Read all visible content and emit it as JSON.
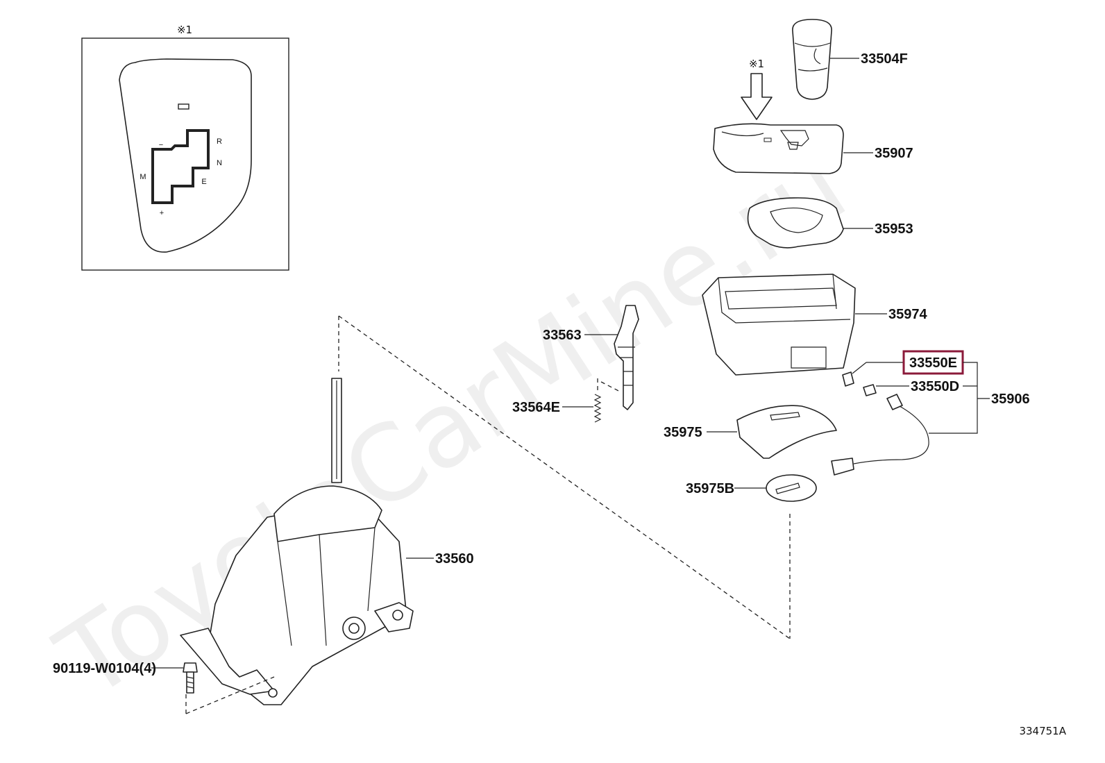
{
  "watermark": "ToyotaCarMine.ru",
  "inset": {
    "marker": "※1",
    "gate_labels": {
      "minus": "−",
      "plus": "+",
      "m": "M",
      "r": "R",
      "n": "N",
      "e": "E"
    }
  },
  "view_marker": "※1",
  "highlight_color": "#8b1a3a",
  "parts": {
    "p33504F": "33504F",
    "p35907": "35907",
    "p35953": "35953",
    "p35974": "35974",
    "p33563": "33563",
    "p33564E": "33564E",
    "p33550E": "33550E",
    "p33550D": "33550D",
    "p35906": "35906",
    "p35975": "35975",
    "p35975B": "35975B",
    "p33560": "33560",
    "p90119": "90119-W0104(4)"
  },
  "diagram_ref": "334751A"
}
